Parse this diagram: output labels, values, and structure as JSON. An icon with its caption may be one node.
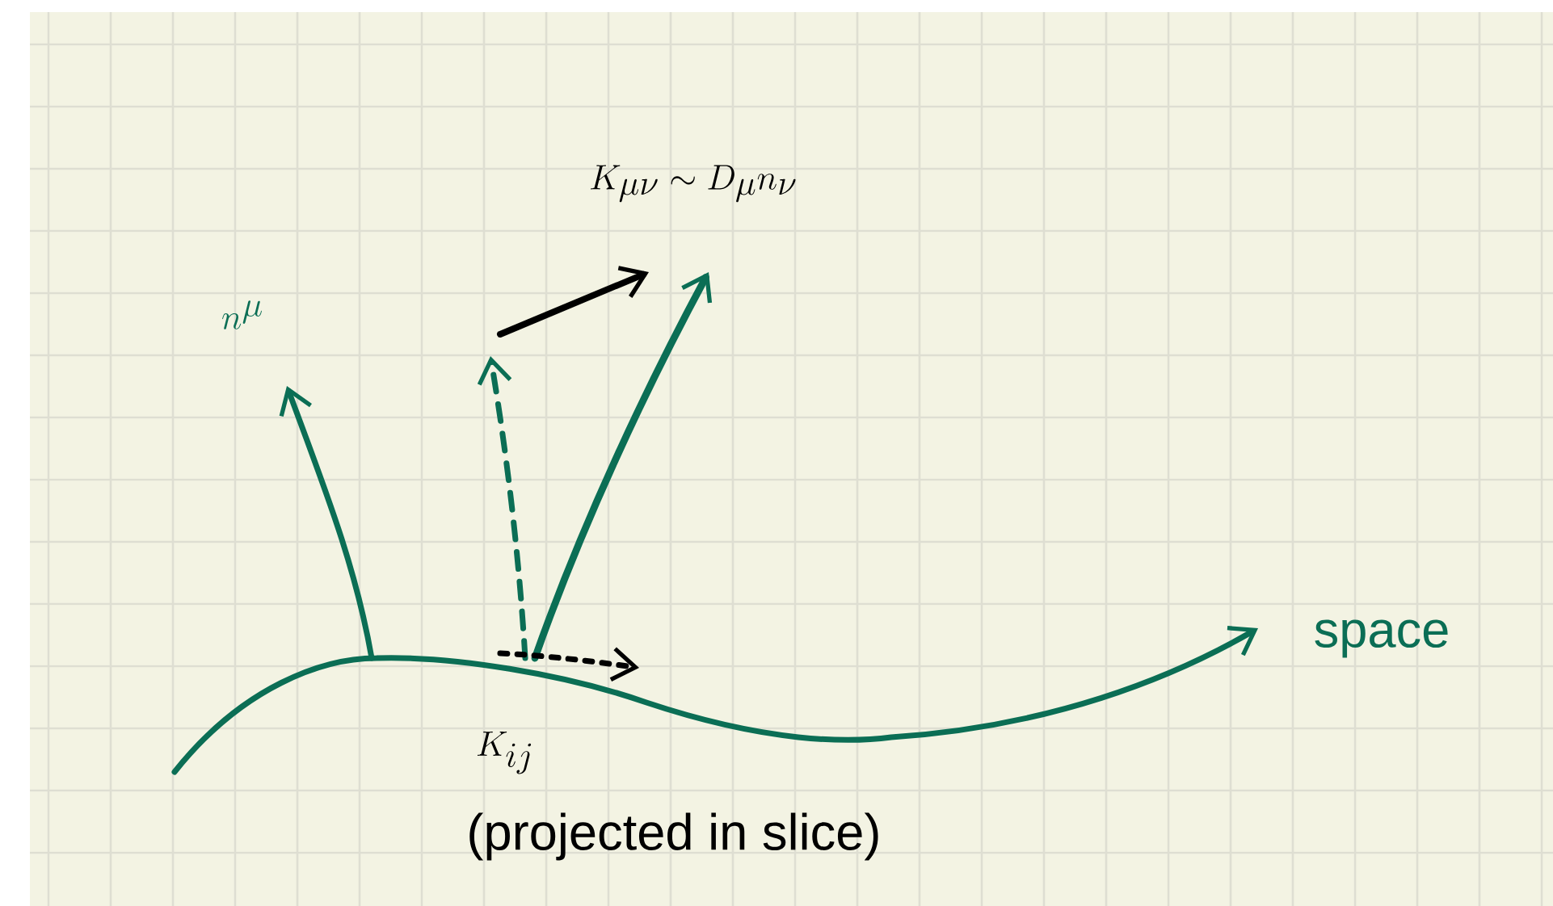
{
  "diagram": {
    "labels": [
      "K_{\\mu\\nu} \\sim D_\\mu n_\\nu",
      "n^\\mu",
      "space",
      "K_{ij}",
      "(projected in slice)"
    ]
  }
}
